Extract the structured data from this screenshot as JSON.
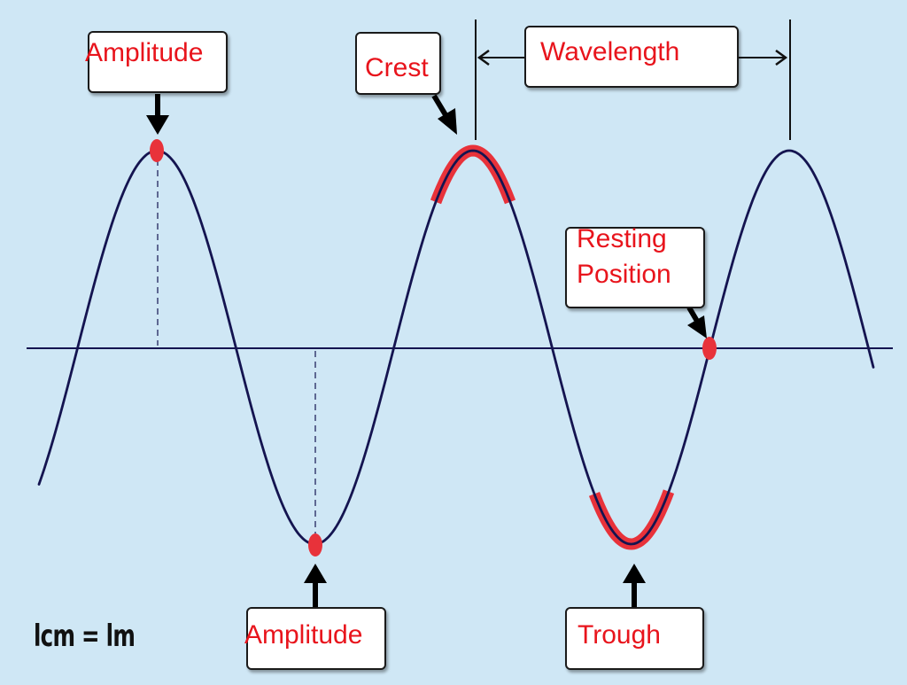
{
  "diagram": {
    "labels": {
      "amplitude_top": "Amplitude",
      "crest": "Crest",
      "wavelength": "Wavelength",
      "resting_position": "Resting\nPosition",
      "amplitude_bottom": "Amplitude",
      "trough": "Trough"
    },
    "scale_note": "lcm = lm",
    "colors": {
      "background": "#cfe7f5",
      "wave": "#141450",
      "highlight": "#e8323a",
      "label_text": "#e8141c",
      "arrow": "#000000"
    }
  }
}
